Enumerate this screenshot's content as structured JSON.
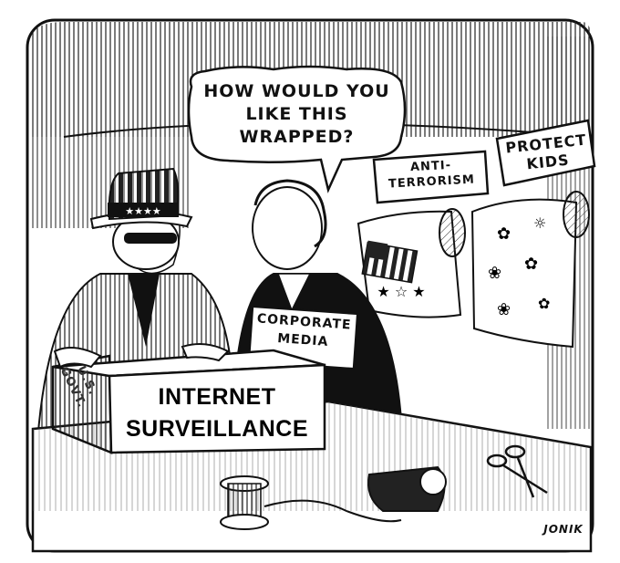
{
  "cartoon": {
    "speech_bubble": [
      "HOW WOULD YOU",
      "LIKE THIS",
      "WRAPPED?"
    ],
    "sign_anti_terrorism": [
      "ANTI-",
      "TERRORISM"
    ],
    "sign_protect_kids": [
      "PROTECT",
      "KIDS"
    ],
    "suit_label": [
      "CORPORATE",
      "MEDIA"
    ],
    "box_side_label": [
      "U.S.",
      "GOVT."
    ],
    "box_front_label": [
      "INTERNET",
      "SURVEILLANCE"
    ],
    "signature": "JONIK"
  }
}
